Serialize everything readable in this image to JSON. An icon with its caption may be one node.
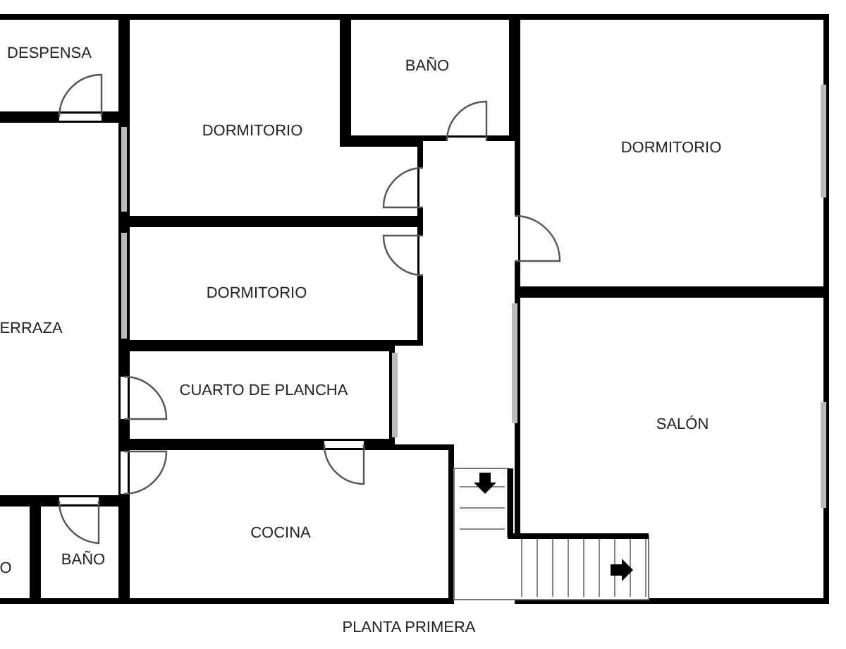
{
  "diagram": {
    "caption": "PLANTA PRIMERA",
    "nodes": [
      {
        "text": [
          "DESPENSA"
        ]
      },
      {
        "text": [
          "BAÑO"
        ]
      },
      {
        "text": [
          "DORMITORIO"
        ]
      },
      {
        "text": [
          "DORMITORIO"
        ]
      },
      {
        "text": [
          "DORMITORIO"
        ]
      },
      {
        "text": [
          "ERRAZA"
        ]
      },
      {
        "text": [
          "CUARTO DE PLANCHA"
        ]
      },
      {
        "text": [
          "SALÓN"
        ]
      },
      {
        "text": [
          "COCINA"
        ]
      },
      {
        "text": [
          "O"
        ]
      },
      {
        "text": [
          "BAÑO"
        ]
      }
    ]
  }
}
